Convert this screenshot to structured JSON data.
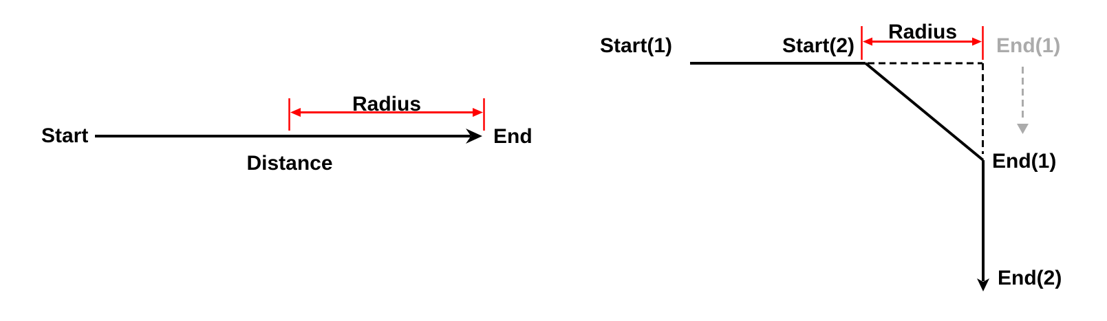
{
  "colors": {
    "ink": "#000000",
    "accent_red": "#ff0000",
    "ghost_gray": "#ababab",
    "background": "#ffffff"
  },
  "left_diagram": {
    "start_label": "Start",
    "end_label": "End",
    "distance_label": "Distance",
    "radius_label": "Radius"
  },
  "right_diagram": {
    "start1_label": "Start(1)",
    "start2_label": "Start(2)",
    "radius_label": "Radius",
    "end1_ghost_label": "End(1)",
    "end1_label": "End(1)",
    "end2_label": "End(2)"
  }
}
